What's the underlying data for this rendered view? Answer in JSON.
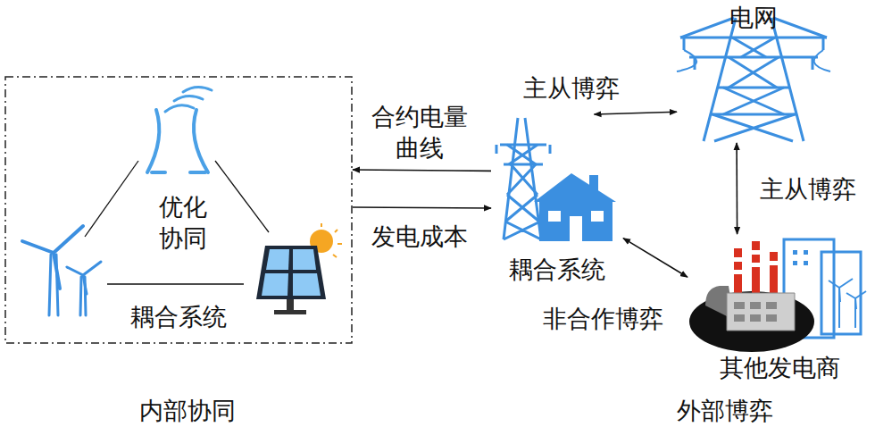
{
  "diagram": {
    "nodes": [
      {
        "text": [
          "耦合系统"
        ]
      },
      {
        "text": [
          "优化 协同"
        ],
        "in": 0
      },
      {
        "text": [
          "耦合系统"
        ]
      },
      {
        "text": [
          "电网"
        ]
      },
      {
        "text": [
          "其他发电商"
        ]
      }
    ],
    "edges": [
      {
        "from": 2,
        "to": 0,
        "arrow": "to",
        "label": "合约电量 曲线"
      },
      {
        "from": 0,
        "to": 2,
        "arrow": "to",
        "label": "发电成本"
      },
      {
        "from": 2,
        "to": 3,
        "arrow": "both",
        "label": "主从博弈"
      },
      {
        "from": 3,
        "to": 4,
        "arrow": "both",
        "label": "主从博弈"
      },
      {
        "from": 2,
        "to": 4,
        "arrow": "both",
        "label": "非合作博弈"
      }
    ],
    "labels": [
      "内部协同",
      "外部博弈"
    ]
  }
}
